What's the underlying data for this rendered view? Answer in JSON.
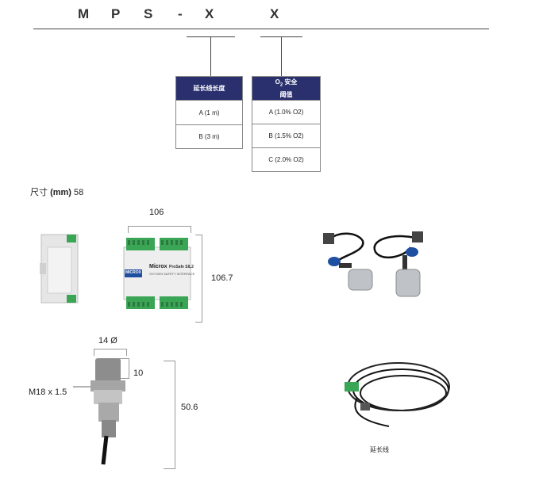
{
  "code": {
    "chars": [
      "M",
      "P",
      "S",
      "-",
      "X",
      "X"
    ]
  },
  "table_length": {
    "header": "延长线长度",
    "rows": [
      "A (1 m)",
      "B (3 m)"
    ]
  },
  "table_threshold": {
    "header_line1": "O",
    "header_sub": "2",
    "header_line1_suffix": " 安全",
    "header_line2": "阈值",
    "rows": [
      "A (1.0% O2)",
      "B (1.5% O2)",
      "C (2.0% O2)"
    ]
  },
  "dimensions": {
    "title_prefix": "尺寸 ",
    "title_unit": "(mm)",
    "title_suffix": " 58",
    "module_width": "106",
    "module_height": "106.7",
    "sensor_diameter": "14 Ø",
    "sensor_thread": "M18 x 1.5",
    "sensor_top": "10",
    "sensor_height": "50.6"
  },
  "module": {
    "brand": "Microx",
    "model": "ProSafe SIL2",
    "subtitle": "OXYGEN SAFETY INTERFACE",
    "logo": "MICROX"
  },
  "labels": {
    "extension_cable": "延长线"
  },
  "colors": {
    "navy": "#2a2f6e",
    "terminal_green": "#3aa655",
    "sensor_blue": "#1f4fa0"
  }
}
